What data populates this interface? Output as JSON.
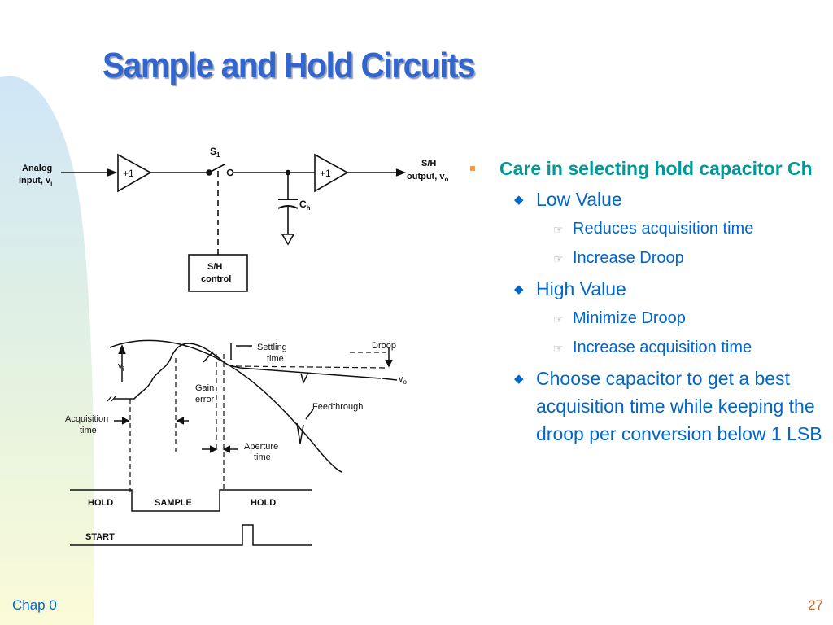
{
  "slide": {
    "title": "Sample and Hold Circuits",
    "footer_left": "Chap 0",
    "page_number": "27"
  },
  "circuit": {
    "analog_input_line1": "Analog",
    "analog_input_line2": "input, v",
    "analog_input_sub": "i",
    "buffer_in": "+1",
    "switch_label": "S",
    "switch_sub": "1",
    "buffer_out": "+1",
    "capacitor_label": "C",
    "capacitor_sub": "h",
    "output_line1": "S/H",
    "output_line2": "output, v",
    "output_sub": "o",
    "control_line1": "S/H",
    "control_line2": "control"
  },
  "timing": {
    "vi_label": "v",
    "vi_sub": "i",
    "vo_label": "v",
    "vo_sub": "o",
    "settling_line1": "Settling",
    "settling_line2": "time",
    "droop": "Droop",
    "gain_line1": "Gain",
    "gain_line2": "error",
    "feedthrough": "Feedthrough",
    "acq_line1": "Acquisition",
    "acq_line2": "time",
    "aperture_line1": "Aperture",
    "aperture_line2": "time",
    "hold_left": "HOLD",
    "sample": "SAMPLE",
    "hold_right": "HOLD",
    "start": "START"
  },
  "content": {
    "bullet_main": "Care in selecting hold capacitor Ch",
    "low_value": "Low Value",
    "low_1": "Reduces acquisition time",
    "low_2": "Increase Droop",
    "high_value": "High Value",
    "high_1": "Minimize Droop",
    "high_2": "Increase acquisition time",
    "choose": "Choose capacitor to get a best acquisition time while keeping the droop per conversion below 1 LSB"
  },
  "icons": {
    "level1": "orange-square-bullet",
    "level2": "blue-diamond-bullet",
    "level3": "pointing-hand-bullet"
  },
  "colors": {
    "title": "#3366cc",
    "level1_text": "#009999",
    "level2_text": "#0066cc",
    "footer_left": "#0066cc",
    "footer_right": "#cc6633"
  }
}
